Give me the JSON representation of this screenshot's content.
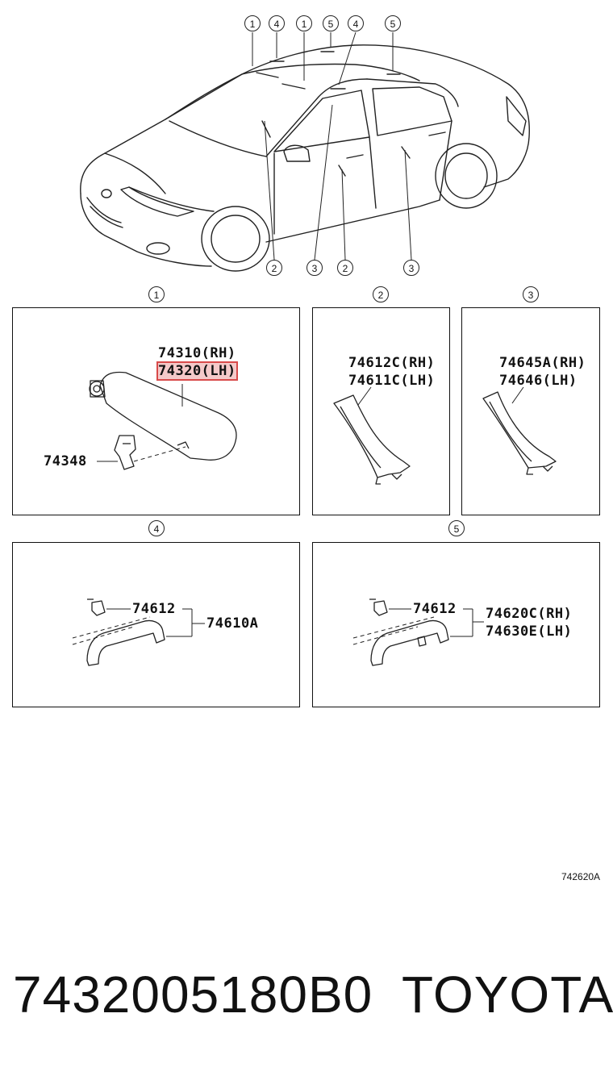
{
  "car_callouts_top": [
    "1",
    "4",
    "1",
    "5",
    "4",
    "5"
  ],
  "car_callouts_bottom": [
    "2",
    "3",
    "2",
    "3"
  ],
  "panels": {
    "p1": {
      "label": "1",
      "parts": [
        "74310(RH)",
        "74320(LH)",
        "74348"
      ],
      "highlighted": "74320(LH)"
    },
    "p2": {
      "label": "2",
      "parts": [
        "74612C(RH)",
        "74611C(LH)"
      ]
    },
    "p3": {
      "label": "3",
      "parts": [
        "74645A(RH)",
        "74646(LH)"
      ]
    },
    "p4": {
      "label": "4",
      "parts": [
        "74612",
        "74610A"
      ]
    },
    "p5": {
      "label": "5",
      "parts": [
        "74612",
        "74620C(RH)",
        "74630E(LH)"
      ]
    }
  },
  "diagram_code": "742620A",
  "part_number": "7432005180B0",
  "brand": "TOYOTA",
  "colors": {
    "highlight_fill": "#f4c9c9",
    "highlight_border": "#d84a4a",
    "line": "#111111"
  }
}
